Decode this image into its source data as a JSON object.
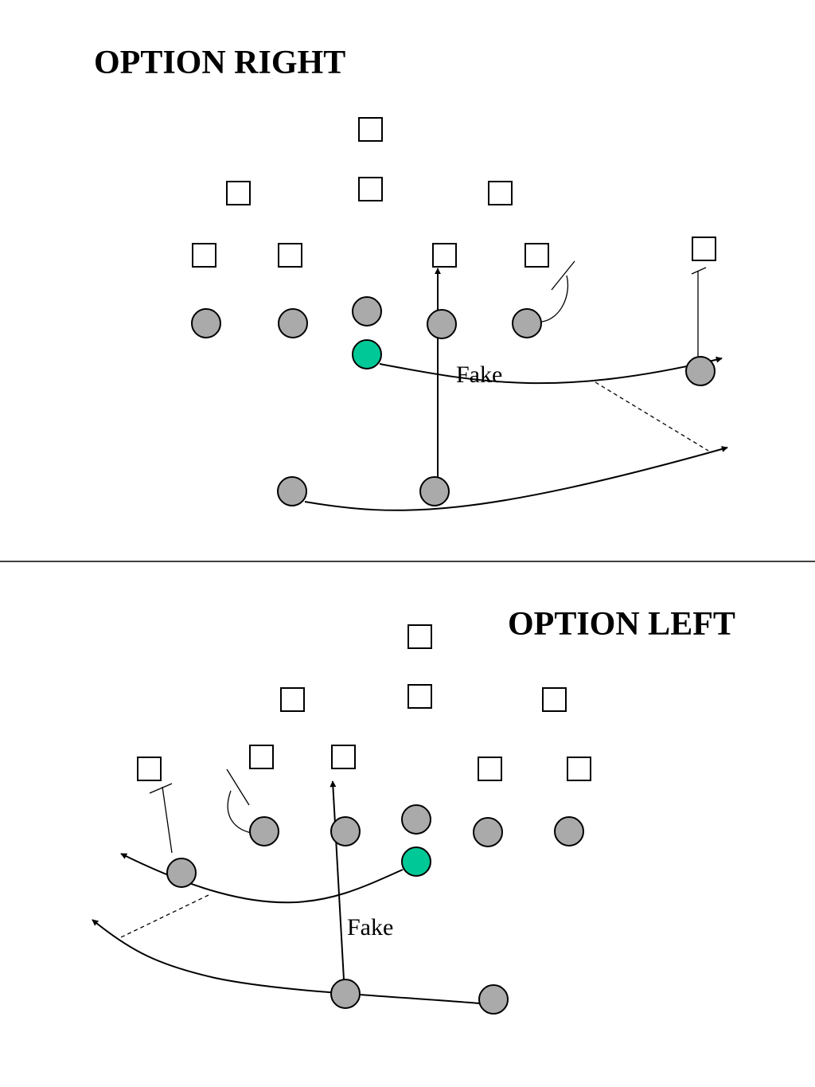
{
  "colors": {
    "player": "#aaaaaa",
    "quarterback": "#00c896",
    "outline": "#000000"
  },
  "plays": [
    {
      "title": "OPTION RIGHT",
      "fake_label": "Fake"
    },
    {
      "title": "OPTION LEFT",
      "fake_label": "Fake"
    }
  ]
}
